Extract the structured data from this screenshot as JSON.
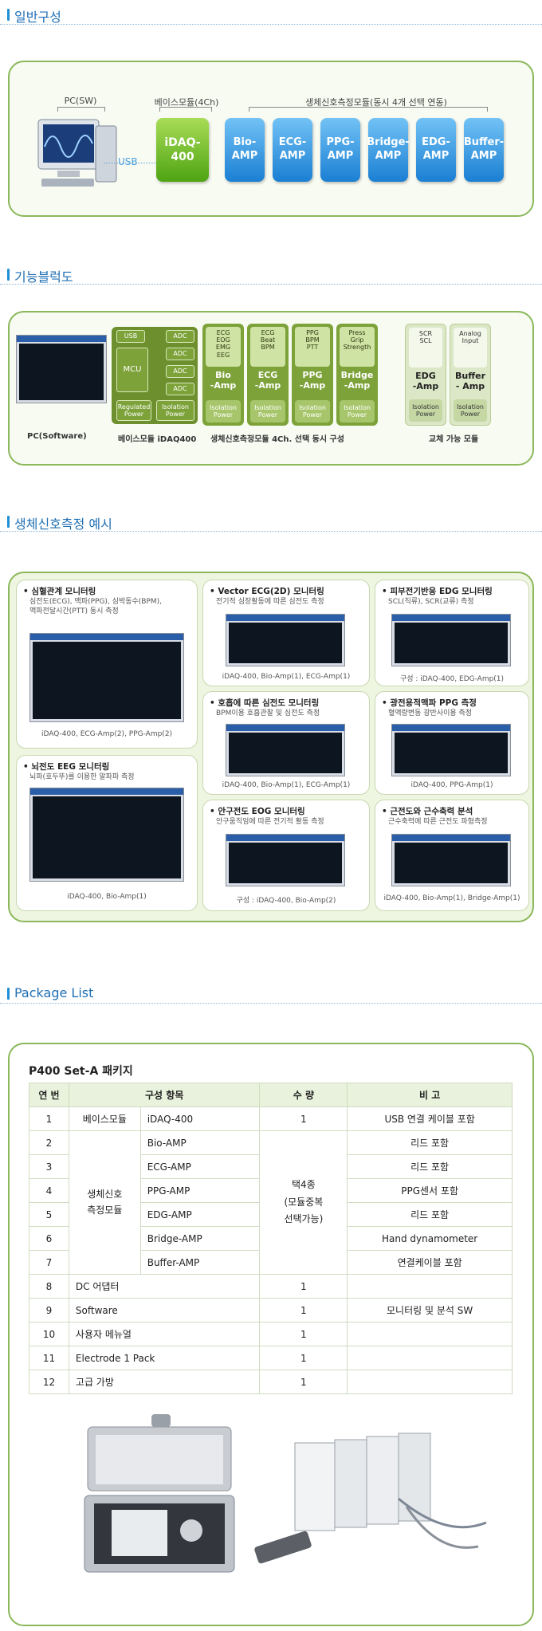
{
  "sections": {
    "general": "일반구성",
    "block": "기능블럭도",
    "examples": "생체신호측정 예시",
    "package": "Package List"
  },
  "general": {
    "pc_label": "PC(SW)",
    "base_label": "베이스모듈(4Ch)",
    "bio_label": "생체신호측정모듈(동시 4개 선택 연동)",
    "usb": "USB",
    "base_module": "iDAQ-\n400",
    "modules": [
      "Bio-\nAMP",
      "ECG-\nAMP",
      "PPG-\nAMP",
      "Bridge-\nAMP",
      "EDG-\nAMP",
      "Buffer-\nAMP"
    ]
  },
  "block": {
    "pc_caption": "PC(Software)",
    "base_caption": "베이스모듈 iDAQ400",
    "bio_caption": "생체신호측정모듈 4Ch. 선택 동시 구성",
    "swap_caption": "교체 가능 모듈",
    "usb": "USB",
    "mcu": "MCU",
    "adc": [
      "ADC",
      "ADC",
      "ADC",
      "ADC"
    ],
    "regulated": "Regulated\nPower",
    "isolation": "Isolation\nPower",
    "modules": [
      {
        "top": "ECG\nEOG\nEMG\nEEG",
        "name": "Bio\n-Amp",
        "bot": "Isolation\nPower"
      },
      {
        "top": "ECG\nBeat\nBPM",
        "name": "ECG\n-Amp",
        "bot": "Isolation\nPower"
      },
      {
        "top": "PPG\nBPM\nPTT",
        "name": "PPG\n-Amp",
        "bot": "Isolation\nPower"
      },
      {
        "top": "Press\nGrip\nStrength",
        "name": "Bridge\n-Amp",
        "bot": "Isolation\nPower"
      },
      {
        "top": "SCR\nSCL",
        "name": "EDG\n-Amp",
        "bot": "Isolation\nPower"
      },
      {
        "top": "Analog\nInput",
        "name": "Buffer\n- Amp",
        "bot": "Isolation\nPower"
      }
    ]
  },
  "examples": [
    {
      "title": "• 심혈관계 모니터링",
      "desc": "심전도(ECG), 맥파(PPG), 심박동수(BPM),\n맥파전달시간(PTT) 동시 측정",
      "foot": "iDAQ-400, ECG-Amp(2), PPG-Amp(2)"
    },
    {
      "title": "• 뇌전도 EEG 모니터링",
      "desc": "뇌파(호두뚜)를 이용한 알파파 측정",
      "foot": "iDAQ-400, Bio-Amp(1)"
    },
    {
      "title": "• Vector ECG(2D) 모니터링",
      "desc": "전기적 심장활동에 따른 심전도 측정",
      "foot": "iDAQ-400, Bio-Amp(1),  ECG-Amp(1)"
    },
    {
      "title": "• 호흡에 따른 심전도 모니터링",
      "desc": "BPM이용 호흡관찰 및 심전도 측정",
      "foot": "iDAQ-400, Bio-Amp(1), ECG-Amp(1)"
    },
    {
      "title": "• 안구전도 EOG 모니터링",
      "desc": "안구움직임에 따른 전기적 활동 측정",
      "foot": "구성 : iDAQ-400, Bio-Amp(2)"
    },
    {
      "title": "• 피부전기반응 EDG 모니터링",
      "desc": "SCL(직류), SCR(교류) 측정",
      "foot": "구성 : iDAQ-400, EDG-Amp(1)"
    },
    {
      "title": "• 광전용적맥파 PPG 측정",
      "desc": "혈액량변동 광반사이용 측정",
      "foot": "iDAQ-400, PPG-Amp(1)"
    },
    {
      "title": "• 근전도와 근수축력 분석",
      "desc": "근수축력에 따른 근전도 파형측정",
      "foot": "iDAQ-400, Bio-Amp(1), Bridge-Amp(1)"
    }
  ],
  "package": {
    "title": "P400 Set-A 패키지",
    "headers": [
      "연 번",
      "구성 항목",
      "수 량",
      "비 고"
    ],
    "group_base": "베이스모듈",
    "group_bio": "생체신호\n측정모듈",
    "qty_group": "택4종\n(모듈중복\n선택가능)",
    "rows": [
      {
        "no": "1",
        "item": "iDAQ-400",
        "qty": "1",
        "note": "USB 연결 케이블 포함"
      },
      {
        "no": "2",
        "item": "Bio-AMP",
        "note": "리드 포함"
      },
      {
        "no": "3",
        "item": "ECG-AMP",
        "note": "리드  포함"
      },
      {
        "no": "4",
        "item": "PPG-AMP",
        "note": "PPG센서 포함"
      },
      {
        "no": "5",
        "item": "EDG-AMP",
        "note": "리드 포함"
      },
      {
        "no": "6",
        "item": "Bridge-AMP",
        "note": "Hand dynamometer"
      },
      {
        "no": "7",
        "item": "Buffer-AMP",
        "note": "연결케이블 포함"
      },
      {
        "no": "8",
        "item": "DC 어댑터",
        "qty": "1",
        "note": ""
      },
      {
        "no": "9",
        "item": "Software",
        "qty": "1",
        "note": "모니터링 및 분석 SW"
      },
      {
        "no": "10",
        "item": "사용자 메뉴얼",
        "qty": "1",
        "note": ""
      },
      {
        "no": "11",
        "item": "Electrode 1 Pack",
        "qty": "1",
        "note": ""
      },
      {
        "no": "12",
        "item": "고급 가방",
        "qty": "1",
        "note": ""
      }
    ]
  },
  "colors": {
    "accent": "#1f6fb4",
    "panel_border": "#8ab85a",
    "module_blue": "#1a7fd3",
    "module_green": "#4ea413",
    "olive": "#6e8f2e"
  }
}
